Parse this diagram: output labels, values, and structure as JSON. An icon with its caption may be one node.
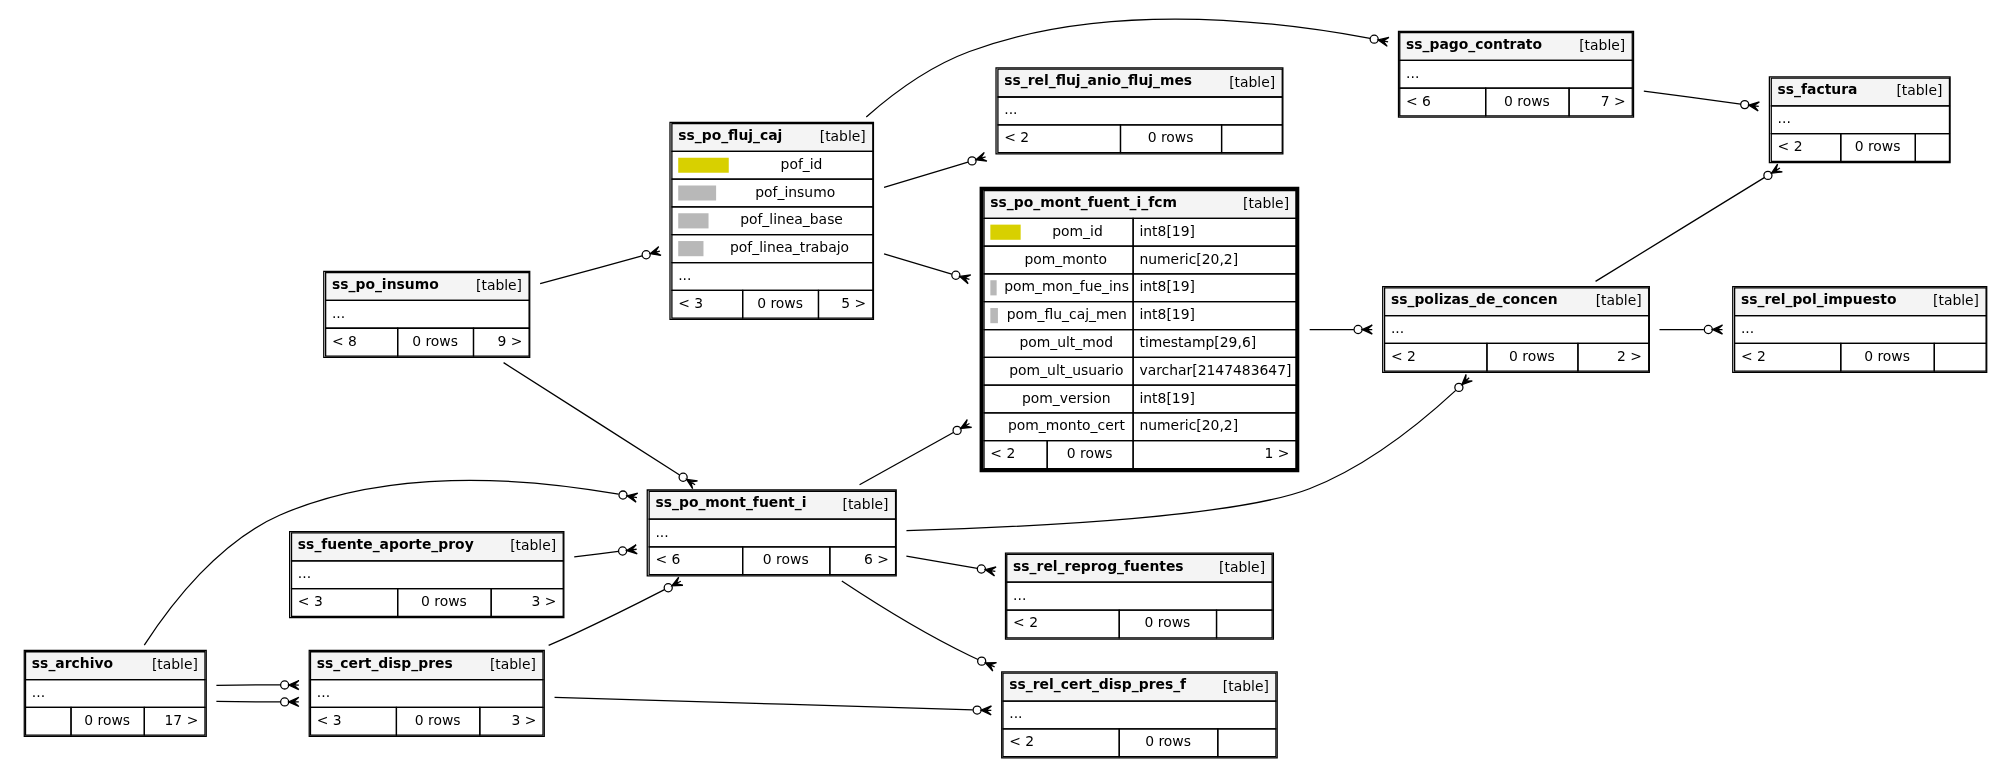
{
  "diagram": {
    "nodes": [
      {
        "text": [
          "ss_pago_contrato",
          "[table]",
          "...",
          "< 6",
          "0 rows",
          "7 >"
        ]
      },
      {
        "text": [
          "ss_factura",
          "[table]",
          "...",
          "< 2",
          "0 rows"
        ]
      },
      {
        "text": [
          "ss_rel_fluj_anio_fluj_mes",
          "[table]",
          "...",
          "< 2",
          "0 rows"
        ]
      },
      {
        "text": [
          "ss_po_mont_fuent_i_fcm",
          "[table]",
          "pom_id",
          "int8[19]",
          "pom_monto",
          "numeric[20,2]",
          "pom_mon_fue_ins",
          "int8[19]",
          "pom_flu_caj_men",
          "int8[19]",
          "pom_ult_mod",
          "timestamp[29,6]",
          "pom_ult_usuario",
          "varchar[2147483647]",
          "pom_version",
          "int8[19]",
          "pom_monto_cert",
          "numeric[20,2]",
          "< 2",
          "0 rows",
          "1 >"
        ]
      },
      {
        "text": [
          "ss_polizas_de_concen",
          "[table]",
          "...",
          "< 2",
          "0 rows",
          "2 >"
        ]
      },
      {
        "text": [
          "ss_rel_pol_impuesto",
          "[table]",
          "...",
          "< 2",
          "0 rows"
        ]
      },
      {
        "text": [
          "ss_po_fluj_caj",
          "[table]",
          "pof_id",
          "pof_insumo",
          "pof_linea_base",
          "pof_linea_trabajo",
          "...",
          "< 3",
          "0 rows",
          "5 >"
        ]
      },
      {
        "text": [
          "ss_po_insumo",
          "[table]",
          "...",
          "< 8",
          "0 rows",
          "9 >"
        ]
      },
      {
        "text": [
          "ss_po_mont_fuent_i",
          "[table]",
          "...",
          "< 6",
          "0 rows",
          "6 >"
        ]
      },
      {
        "text": [
          "ss_fuente_aporte_proy",
          "[table]",
          "...",
          "< 3",
          "0 rows",
          "3 >"
        ]
      },
      {
        "text": [
          "ss_rel_reprog_fuentes",
          "[table]",
          "...",
          "< 2",
          "0 rows"
        ]
      },
      {
        "text": [
          "ss_archivo",
          "[table]",
          "...",
          "0 rows",
          "17 >"
        ]
      },
      {
        "text": [
          "ss_cert_disp_pres",
          "[table]",
          "...",
          "< 3",
          "0 rows",
          "3 >"
        ]
      },
      {
        "text": [
          "ss_rel_cert_disp_pres_f",
          "[table]",
          "...",
          "< 2",
          "0 rows"
        ]
      }
    ],
    "edges": [
      {
        "from": 6,
        "to": 0,
        "arrow": "other"
      },
      {
        "from": 6,
        "to": 2,
        "arrow": "other"
      },
      {
        "from": 6,
        "to": 3,
        "arrow": "other"
      },
      {
        "from": 8,
        "to": 3,
        "arrow": "other"
      },
      {
        "from": 3,
        "to": 4,
        "arrow": "other"
      },
      {
        "from": 0,
        "to": 1,
        "arrow": "other"
      },
      {
        "from": 4,
        "to": 1,
        "arrow": "other"
      },
      {
        "from": 4,
        "to": 5,
        "arrow": "other"
      },
      {
        "from": 8,
        "to": 4,
        "arrow": "other"
      },
      {
        "from": 7,
        "to": 6,
        "arrow": "other"
      },
      {
        "from": 7,
        "to": 8,
        "arrow": "other"
      },
      {
        "from": 11,
        "to": 8,
        "arrow": "other"
      },
      {
        "from": 9,
        "to": 8,
        "arrow": "other"
      },
      {
        "from": 11,
        "to": 12,
        "arrow": "other"
      },
      {
        "from": 11,
        "to": 12,
        "arrow": "other"
      },
      {
        "from": 8,
        "to": 10,
        "arrow": "other"
      },
      {
        "from": 8,
        "to": 13,
        "arrow": "other"
      },
      {
        "from": 12,
        "to": 8,
        "arrow": "other"
      },
      {
        "from": 12,
        "to": 13,
        "arrow": "other"
      }
    ]
  }
}
